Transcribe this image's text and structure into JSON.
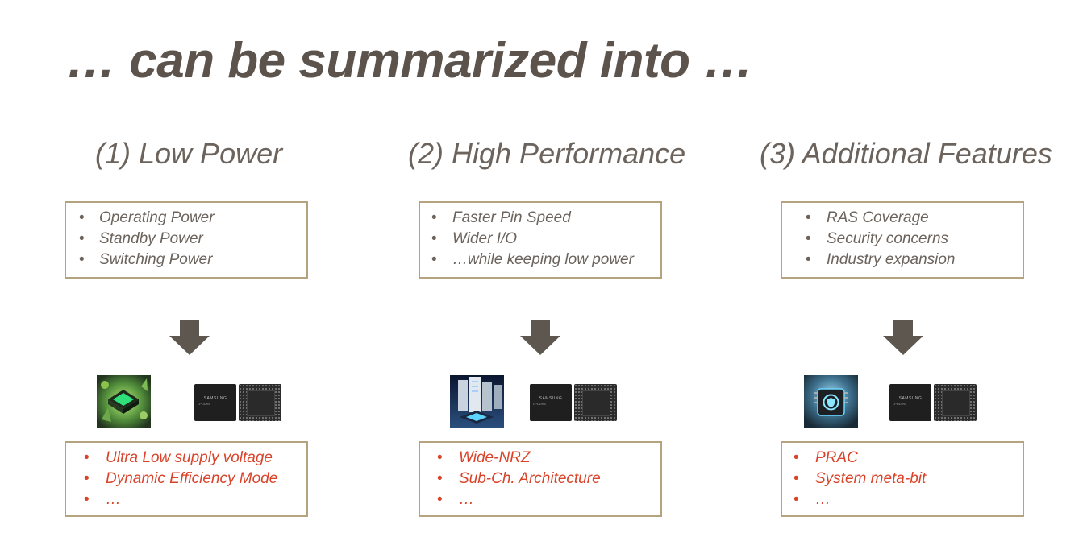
{
  "slide": {
    "title": "… can be summarized into …"
  },
  "columns": [
    {
      "num": "(1)",
      "heading": "Low Power",
      "top_items": [
        "Operating Power",
        "Standby Power",
        "Switching Power"
      ],
      "bottom_items": [
        "Ultra Low supply voltage",
        "Dynamic Efficiency Mode",
        "…"
      ],
      "chip_label_line1": "SAMSUNG",
      "chip_label_line2": "LPDDR6"
    },
    {
      "num": "(2)",
      "heading": "High Performance",
      "top_items": [
        "Faster Pin Speed",
        "Wider I/O",
        "…while keeping low power"
      ],
      "bottom_items": [
        "Wide-NRZ",
        "Sub-Ch. Architecture",
        "…"
      ],
      "chip_label_line1": "SAMSUNG",
      "chip_label_line2": "LPDDR6"
    },
    {
      "num": "(3)",
      "heading": "Additional Features",
      "top_items": [
        "RAS Coverage",
        "Security concerns",
        "Industry expansion"
      ],
      "bottom_items": [
        "PRAC",
        "System meta-bit",
        "…"
      ],
      "chip_label_line1": "SAMSUNG",
      "chip_label_line2": "LPDDR6"
    }
  ],
  "colors": {
    "title": "#5b534c",
    "box_border": "#b5a37e",
    "accent_red": "#d9432a",
    "arrow": "#5e5750"
  },
  "icons": [
    "down-arrow-icon",
    "chip-illustration-image",
    "lpddr6-package-image"
  ]
}
